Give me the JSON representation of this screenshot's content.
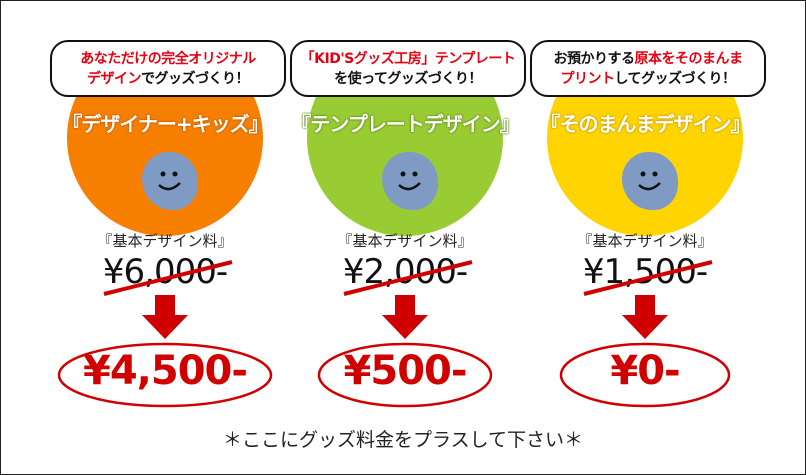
{
  "plans": [
    {
      "color": "#f77f00",
      "bubble_red1": "あなただけの完全オリジナル",
      "bubble_black1": "",
      "bubble_red2": "デザイン",
      "bubble_black2": "でグッズづくり！",
      "title": "『デザイナー+キッズ』",
      "label": "『基本デザイン料』",
      "old_price": "¥6,000-",
      "new_price": "¥4,500-"
    },
    {
      "color": "#99cc33",
      "bubble_red1": "「KID'Sグッズ工房」テンプレート",
      "bubble_black1": "",
      "bubble_red2": "",
      "bubble_black2": "を使ってグッズづくり！",
      "title": "『テンプレートデザイン』",
      "label": "『基本デザイン料』",
      "old_price": "¥2,000-",
      "new_price": "¥500-"
    },
    {
      "color": "#ffd400",
      "bubble_black1": "お預かりする",
      "bubble_red1": "原本をそのまんま",
      "bubble_red2": "プリント",
      "bubble_black2": "してグッズづくり！",
      "title": "『そのまんまデザイン』",
      "label": "『基本デザイン料』",
      "old_price": "¥1,500-",
      "new_price": "¥0-"
    }
  ],
  "footer": "＊ここにグッズ料金をプラスして下さい＊"
}
